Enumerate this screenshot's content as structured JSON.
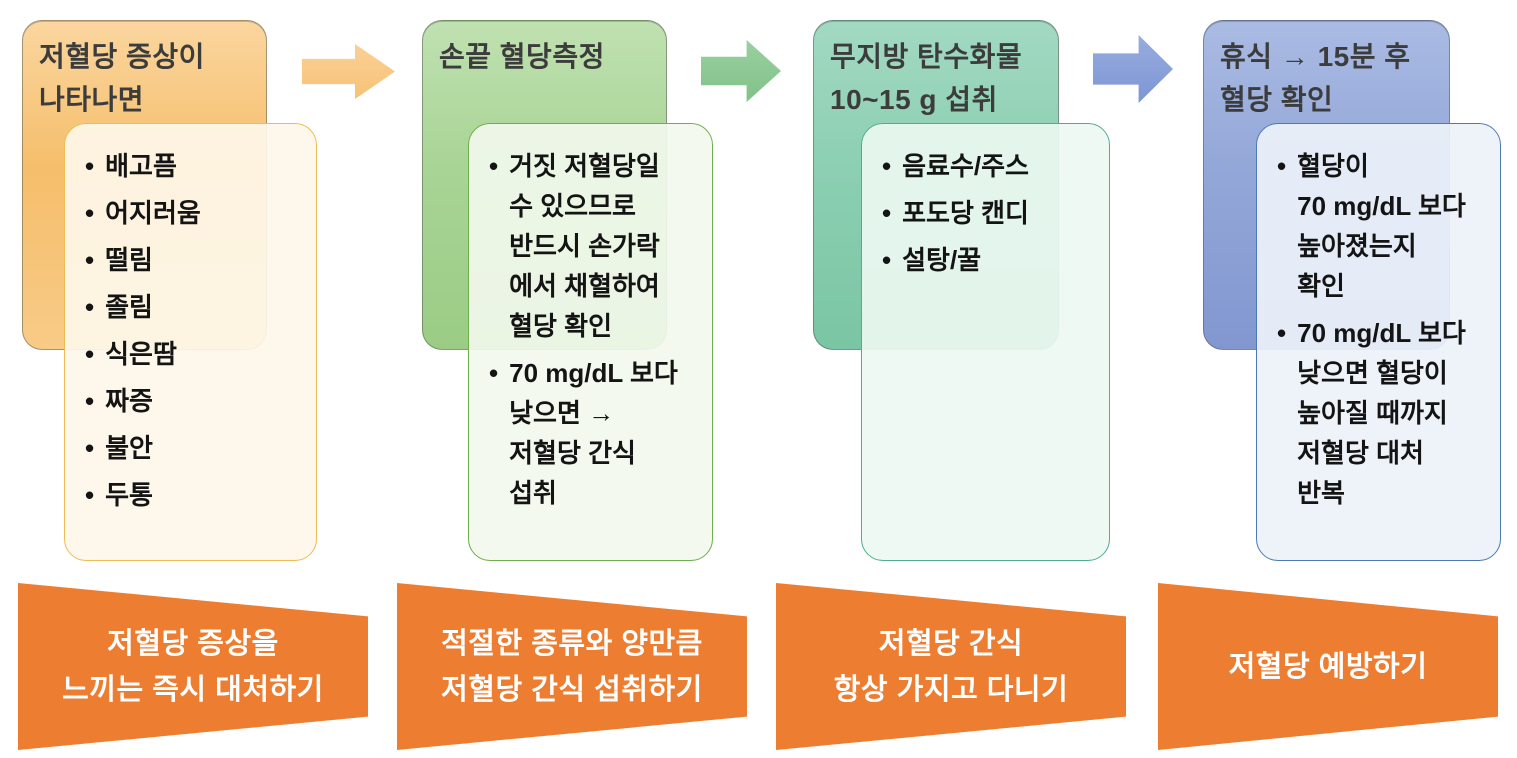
{
  "diagram_title": "",
  "glyphs": {
    "bullet": "•"
  },
  "banner_color": "#ED7D31",
  "text_colors": {
    "header": "#3C3C3C",
    "bullet": "#141414",
    "banner": "#FFFFFF"
  },
  "arrows": [
    {
      "color_top": "#FBD096",
      "color_bottom": "#F6C276"
    },
    {
      "color_top": "#9AD0A0",
      "color_bottom": "#80C288"
    },
    {
      "color_top": "#97ACDF",
      "color_bottom": "#7D96D3"
    }
  ],
  "columns": [
    {
      "header_lines": [
        "저혈당 증상이",
        "나타나면"
      ],
      "bullets": [
        {
          "lines": [
            "배고픔"
          ]
        },
        {
          "lines": [
            "어지러움"
          ]
        },
        {
          "lines": [
            "떨림"
          ]
        },
        {
          "lines": [
            "졸림"
          ]
        },
        {
          "lines": [
            "식은땀"
          ]
        },
        {
          "lines": [
            "짜증"
          ]
        },
        {
          "lines": [
            "불안"
          ]
        },
        {
          "lines": [
            "두통"
          ]
        }
      ],
      "banner_lines": [
        "저혈당 증상을",
        "느끼는 즉시 대처하기"
      ],
      "colors": {
        "header_top": "#FBD69F",
        "header_mid": "#F5BE6B",
        "header_bottom": "#F8CB87",
        "content_border": "#EDBC55",
        "content_tint": "rgba(253,247,233,0.92)"
      }
    },
    {
      "header_lines": [
        "손끝 혈당측정"
      ],
      "bullets": [
        {
          "lines": [
            "거짓 저혈당일",
            "수 있으므로",
            "반드시 손가락",
            "에서 채혈하여",
            "혈당 확인"
          ]
        },
        {
          "lines": [
            "70 mg/dL 보다",
            "낮으면 →",
            "저혈당 간식",
            "섭취"
          ]
        }
      ],
      "banner_lines": [
        "적절한 종류와 양만큼",
        "저혈당 간식 섭취하기"
      ],
      "colors": {
        "header_top": "#C0E1B1",
        "header_mid": "#A8D495",
        "header_bottom": "#9BCC85",
        "content_border": "#6FAE4B",
        "content_tint": "rgba(242,249,237,0.92)"
      }
    },
    {
      "header_lines": [
        "무지방 탄수화물",
        "10~15 g 섭취"
      ],
      "bullets": [
        {
          "lines": [
            "음료수/주스"
          ]
        },
        {
          "lines": [
            "포도당 캔디"
          ]
        },
        {
          "lines": [
            "설탕/꿀"
          ]
        }
      ],
      "banner_lines": [
        "저혈당 간식",
        "항상 가지고 다니기"
      ],
      "colors": {
        "header_top": "#A2D9C2",
        "header_mid": "#8CCFB2",
        "header_bottom": "#7AC5A4",
        "content_border": "#4FAF8D",
        "content_tint": "rgba(236,248,241,0.92)"
      }
    },
    {
      "header_lines": [
        "휴식 → 15분 후",
        "혈당 확인"
      ],
      "bullets": [
        {
          "lines": [
            "혈당이",
            "70 mg/dL 보다",
            "높아졌는지",
            "확인"
          ]
        },
        {
          "lines": [
            "70 mg/dL 보다",
            "낮으면 혈당이",
            "높아질 때까지",
            "저혈당 대처",
            "반복"
          ]
        }
      ],
      "banner_lines": [
        "저혈당 예방하기"
      ],
      "colors": {
        "header_top": "#AABBE3",
        "header_mid": "#93A7D8",
        "header_bottom": "#8297D0",
        "content_border": "#4C79B5",
        "content_tint": "rgba(237,242,250,0.92)"
      }
    }
  ]
}
